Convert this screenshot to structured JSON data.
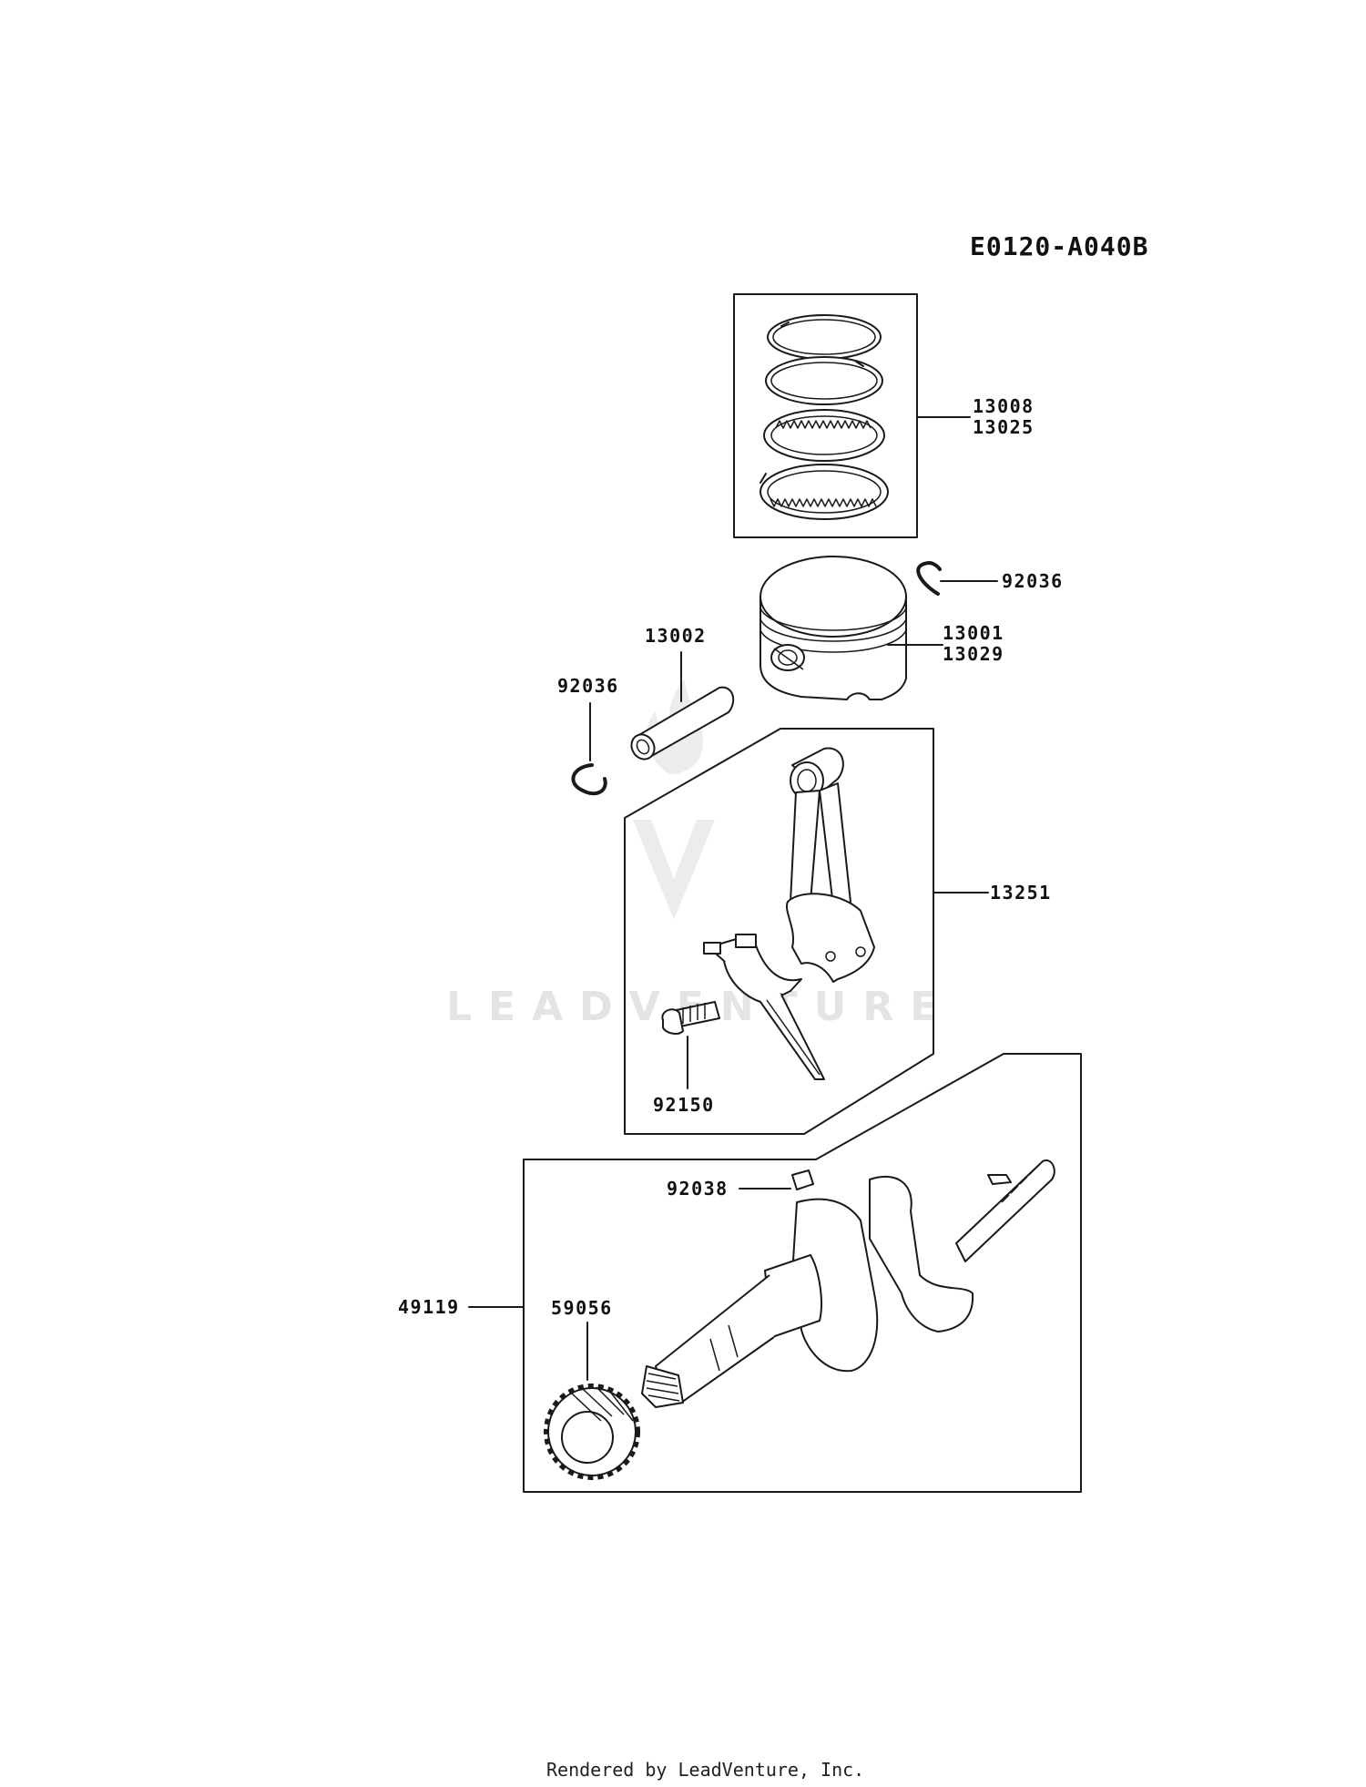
{
  "diagram_code": "E0120-A040B",
  "callouts": {
    "rings_a": "13008",
    "rings_b": "13025",
    "clip_right": "92036",
    "piston_a": "13001",
    "piston_b": "13029",
    "pin": "13002",
    "clip_left": "92036",
    "conrod": "13251",
    "bolt": "92150",
    "key": "92038",
    "crankshaft": "49119",
    "gear": "59056"
  },
  "watermark": {
    "text": "LEADVENTURE"
  },
  "footer": "Rendered by LeadVenture, Inc."
}
